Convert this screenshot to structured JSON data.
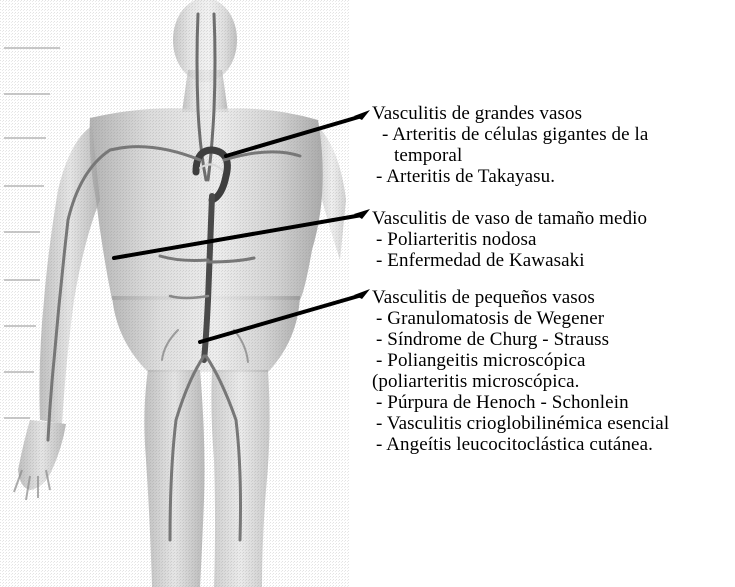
{
  "groups": [
    {
      "heading": "Vasculitis de grandes vasos",
      "items": [
        "- Arteritis de células gigantes de la",
        "temporal",
        "- Arteritis de Takayasu."
      ]
    },
    {
      "heading": "Vasculitis de vaso de tamaño medio",
      "items": [
        "- Poliarteritis nodosa",
        "- Enfermedad de Kawasaki"
      ]
    },
    {
      "heading": "Vasculitis de pequeños vasos",
      "items": [
        "- Granulomatosis de Wegener",
        "- Síndrome de Churg - Strauss",
        "- Poliangeitis microscópica",
        "(poliarteritis microscópica.",
        "- Púrpura de Henoch - Schonlein",
        "- Vasculitis crioglobilinémica esencial",
        "- Angeítis leucocitoclástica cutánea."
      ]
    }
  ]
}
